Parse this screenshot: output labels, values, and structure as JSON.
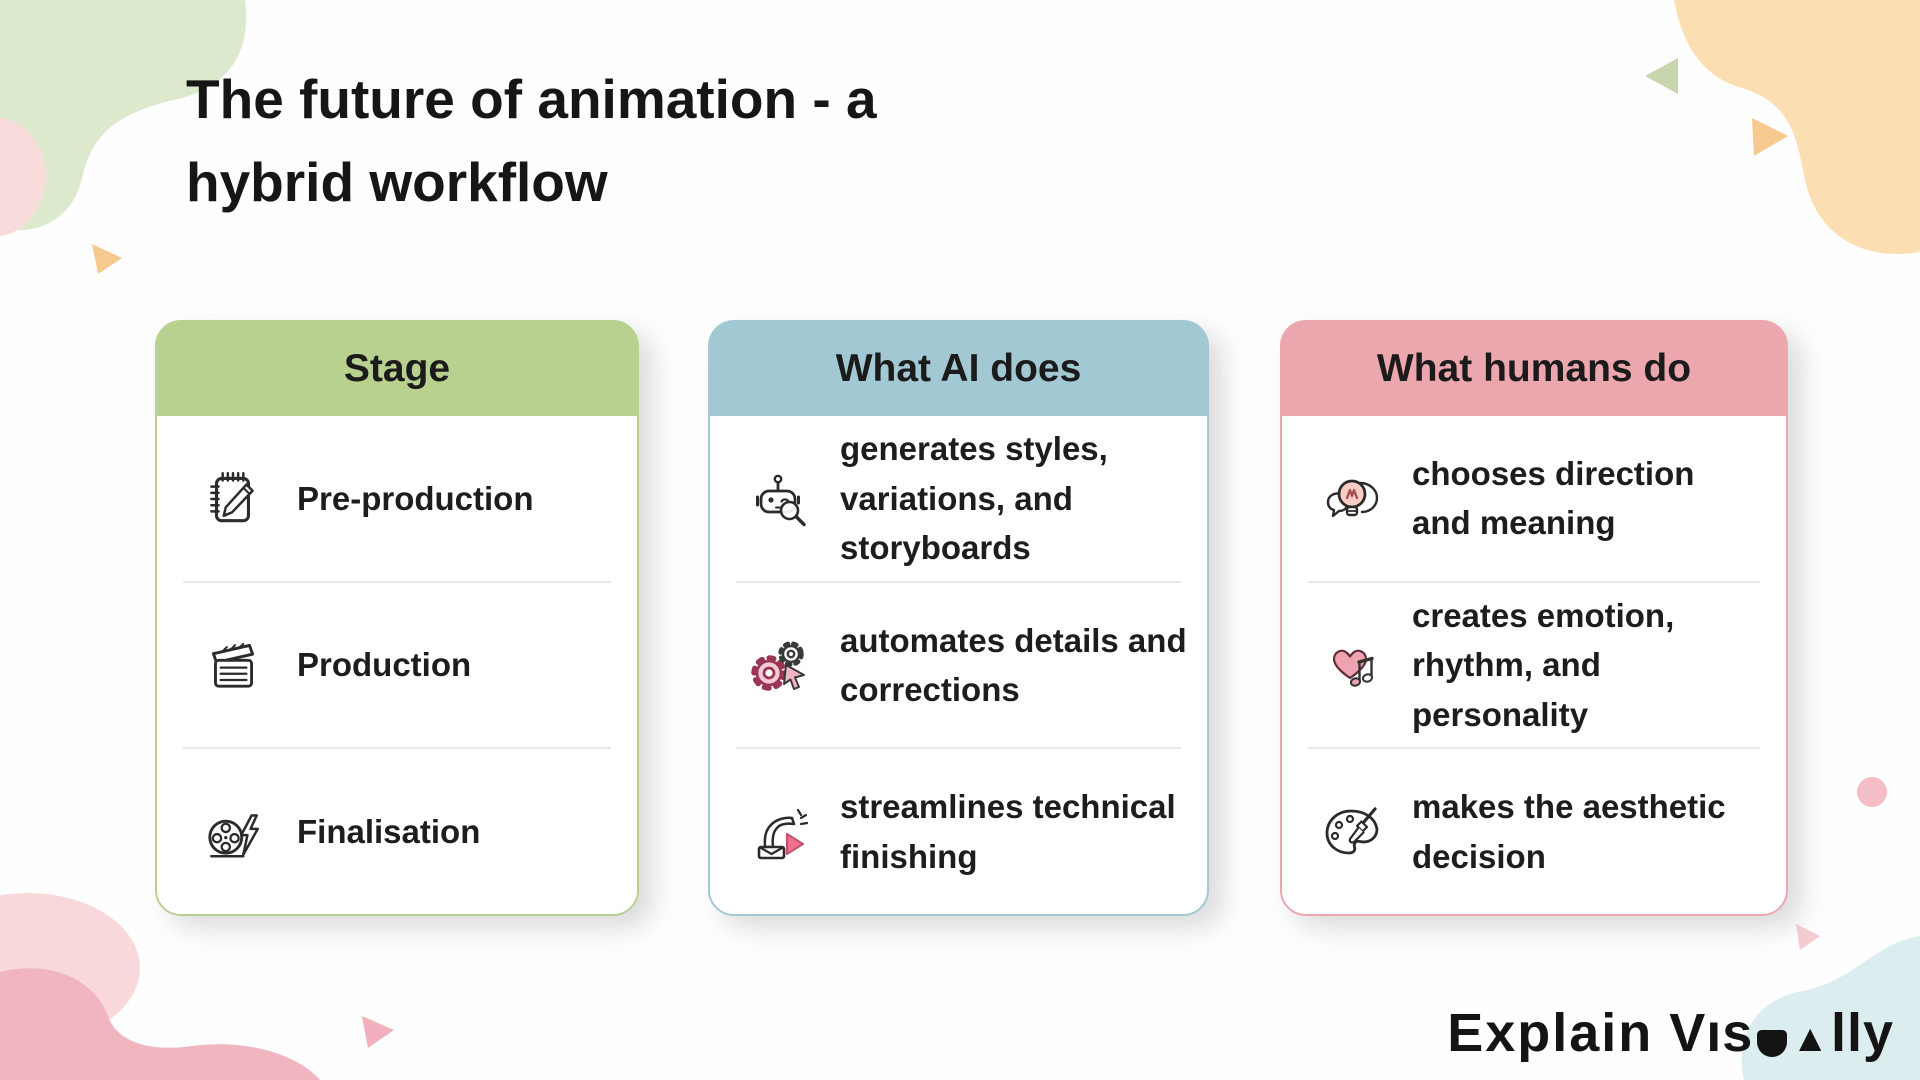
{
  "title": {
    "text": "The future of animation - a hybrid workflow"
  },
  "table": {
    "columns": [
      {
        "header": "Stage",
        "accent": "#b9d18f",
        "rows": [
          {
            "icon": "notepad-pencil-icon",
            "text": "Pre-production"
          },
          {
            "icon": "clapperboard-icon",
            "text": "Production"
          },
          {
            "icon": "film-reel-lightning-icon",
            "text": "Finalisation"
          }
        ]
      },
      {
        "header": "What AI does",
        "accent": "#a2c8d3",
        "rows": [
          {
            "icon": "robot-magnifier-icon",
            "text": "generates styles, variations, and storyboards"
          },
          {
            "icon": "gears-cursor-icon",
            "text": "automates details and corrections"
          },
          {
            "icon": "robot-arm-play-icon",
            "text": "streamlines technical finishing"
          }
        ]
      },
      {
        "header": "What humans do",
        "accent": "#eca6ae",
        "rows": [
          {
            "icon": "lightbulb-speech-icon",
            "text": "chooses direction and meaning"
          },
          {
            "icon": "heart-music-note-icon",
            "text": "creates emotion, rhythm, and personality"
          },
          {
            "icon": "palette-brush-icon",
            "text": "makes the aesthetic decision"
          }
        ]
      }
    ]
  },
  "logo": {
    "explain": "Explain",
    "vis": "Vıs",
    "a_triangle": "▲",
    "lly": "lly"
  },
  "colors": {
    "text": "#1d1d1d",
    "divider": "#e8e8e8",
    "green_header": "#b9d18f",
    "blue_header": "#a2c8d3",
    "pink_header": "#eca6ae",
    "green_blob": "#dde9cc",
    "pink_left_blob": "#f8dcdc",
    "peach_blob": "#fbdfb2",
    "peach_triangle": "#f6c98f",
    "green_triangle": "#c7d6ae",
    "pink_bottom_blob": "#f0b5bf",
    "pink_light_blob": "#f8d8da",
    "pink_triangle": "#f2b0bc",
    "teal_blob": "#dcedf0",
    "pink_circle": "#f3bec6",
    "gear_pink": "#f5ccd6",
    "play_pink": "#f2708e"
  }
}
